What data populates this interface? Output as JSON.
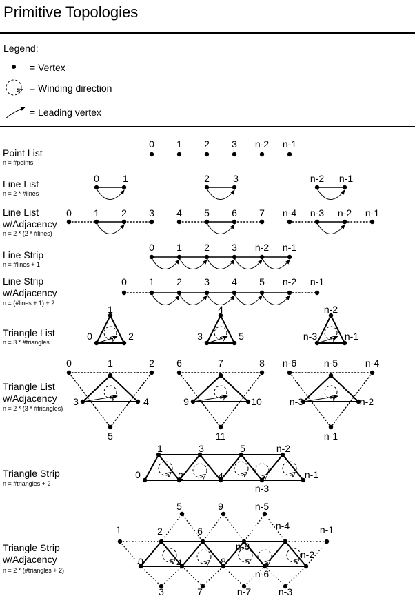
{
  "title": "Primitive Topologies",
  "legend": {
    "heading": "Legend:",
    "vertex": "= Vertex",
    "winding": "= Winding direction",
    "leading": "= Leading vertex"
  },
  "sections": {
    "point_list": {
      "label": "Point List",
      "sub": "n = #points",
      "indices": [
        "0",
        "1",
        "2",
        "3",
        "n-2",
        "n-1"
      ]
    },
    "line_list": {
      "label": "Line List",
      "sub": "n = 2 * #lines",
      "indices": [
        "0",
        "1",
        "2",
        "3",
        "n-2",
        "n-1"
      ]
    },
    "line_list_adj": {
      "label": "Line List\nw/Adjacency",
      "sub": "n = 2 * (2 * #lines)",
      "indices": [
        "0",
        "1",
        "2",
        "3",
        "4",
        "5",
        "6",
        "7",
        "n-4",
        "n-3",
        "n-2",
        "n-1"
      ]
    },
    "line_strip": {
      "label": "Line Strip",
      "sub": "n = #lines + 1",
      "indices": [
        "0",
        "1",
        "2",
        "3",
        "n-2",
        "n-1"
      ]
    },
    "line_strip_adj": {
      "label": "Line Strip\nw/Adjacency",
      "sub": "n = (#lines + 1) + 2",
      "indices": [
        "0",
        "1",
        "2",
        "3",
        "4",
        "5",
        "n-2",
        "n-1"
      ]
    },
    "tri_list": {
      "label": "Triangle List",
      "sub": "n = 3 * #triangles",
      "indices": [
        "0",
        "1",
        "2",
        "3",
        "4",
        "5",
        "n-3",
        "n-2",
        "n-1"
      ]
    },
    "tri_list_adj": {
      "label": "Triangle List\nw/Adjacency",
      "sub": "n = 2 * (3 * #triangles)",
      "indices": [
        "0",
        "1",
        "2",
        "3",
        "4",
        "5",
        "6",
        "7",
        "8",
        "9",
        "10",
        "11",
        "n-6",
        "n-5",
        "n-4",
        "n-3",
        "n-2",
        "n-1"
      ]
    },
    "tri_strip": {
      "label": "Triangle Strip",
      "sub": "n = #triangles + 2",
      "indices": [
        "0",
        "1",
        "2",
        "3",
        "4",
        "5",
        "n-3",
        "n-2",
        "n-1"
      ]
    },
    "tri_strip_adj": {
      "label": "Triangle Strip\nw/Adjacency",
      "sub": "n = 2 * (#triangles + 2)",
      "indices": [
        "0",
        "1",
        "2",
        "3",
        "4",
        "5",
        "6",
        "7",
        "8",
        "9",
        "n-8",
        "n-7",
        "n-6",
        "n-5",
        "n-4",
        "n-3",
        "n-2",
        "n-1"
      ]
    }
  }
}
